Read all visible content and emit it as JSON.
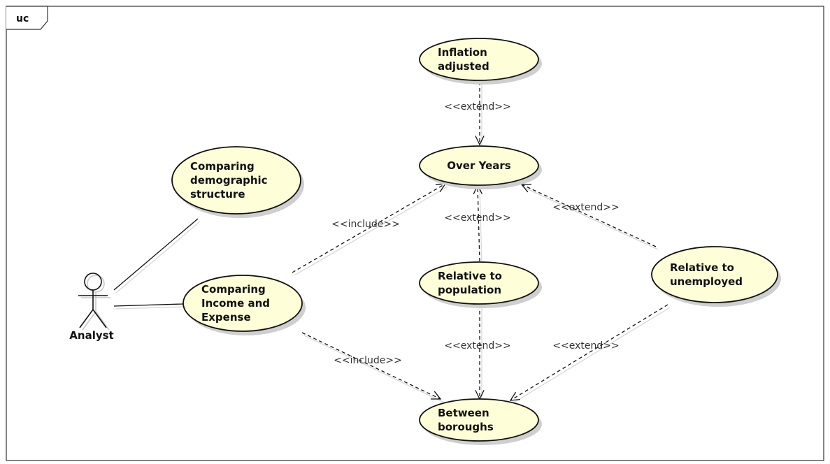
{
  "frame": {
    "label": "uc"
  },
  "actor": {
    "name": "Analyst"
  },
  "use_cases": [
    {
      "id": "inflation",
      "lines": [
        "Inflation",
        "adjusted"
      ]
    },
    {
      "id": "overyears",
      "lines": [
        "Over Years"
      ]
    },
    {
      "id": "demographic",
      "lines": [
        "Comparing",
        "demographic",
        "structure"
      ]
    },
    {
      "id": "income",
      "lines": [
        "Comparing",
        "Income and",
        "Expense"
      ]
    },
    {
      "id": "population",
      "lines": [
        "Relative to",
        "population"
      ]
    },
    {
      "id": "unemployed",
      "lines": [
        "Relative to",
        "unemployed"
      ]
    },
    {
      "id": "boroughs",
      "lines": [
        "Between",
        "boroughs"
      ]
    }
  ],
  "relations": [
    {
      "from": "actor",
      "to": "demographic",
      "type": "association",
      "label": ""
    },
    {
      "from": "actor",
      "to": "income",
      "type": "association",
      "label": ""
    },
    {
      "from": "inflation",
      "to": "overyears",
      "type": "extend",
      "label": "<<extend>>"
    },
    {
      "from": "income",
      "to": "overyears",
      "type": "include",
      "label": "<<include>>"
    },
    {
      "from": "population",
      "to": "overyears",
      "type": "extend",
      "label": "<<extend>>"
    },
    {
      "from": "unemployed",
      "to": "overyears",
      "type": "extend",
      "label": "<<extend>>"
    },
    {
      "from": "income",
      "to": "boroughs",
      "type": "include",
      "label": "<<include>>"
    },
    {
      "from": "population",
      "to": "boroughs",
      "type": "extend",
      "label": "<<extend>>"
    },
    {
      "from": "unemployed",
      "to": "boroughs",
      "type": "extend",
      "label": "<<extend>>"
    }
  ]
}
